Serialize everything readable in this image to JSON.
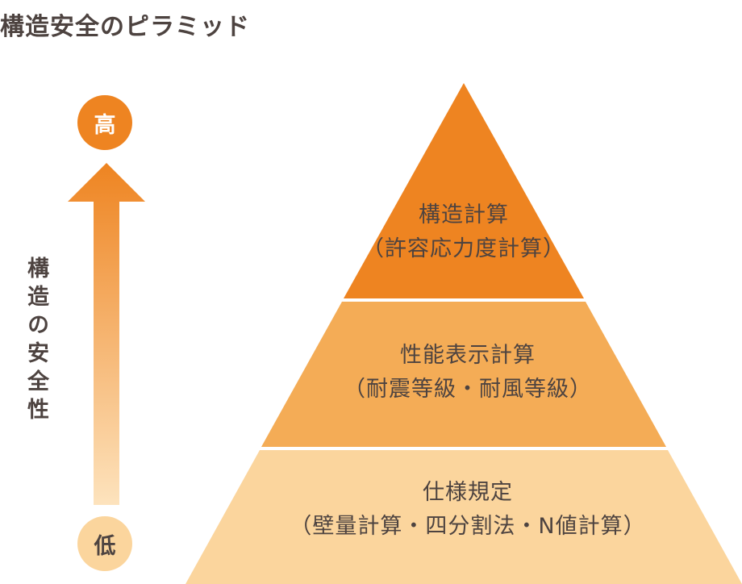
{
  "title": "構造安全のピラミッド",
  "axis": {
    "high_label": "高",
    "low_label": "低",
    "vertical_label": "構造の安全性"
  },
  "pyramid": {
    "tiers": [
      {
        "label": "構造計算",
        "sublabel": "（許容応力度計算）",
        "color": "#ee8421"
      },
      {
        "label": "性能表示計算",
        "sublabel": "（耐震等級・耐風等級）",
        "color": "#f4ac56"
      },
      {
        "label": "仕様規定",
        "sublabel": "（壁量計算・四分割法・N値計算）",
        "color": "#fbd59d"
      }
    ]
  },
  "colors": {
    "arrow_top": "#ee8421",
    "arrow_bottom": "#fde3bd",
    "text": "#4d4340"
  }
}
